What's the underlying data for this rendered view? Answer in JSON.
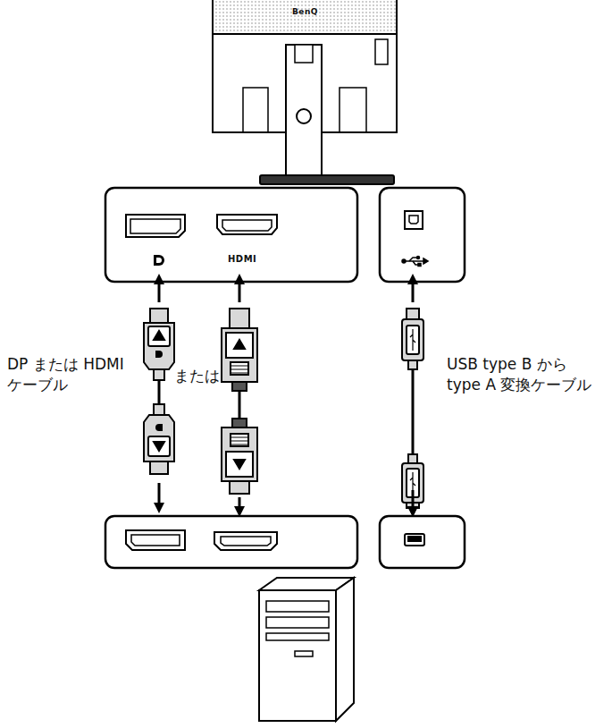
{
  "diagram": {
    "labels": [
      "BenQ",
      "HDMI",
      "DP または HDMI ケーブル",
      "または",
      "USB type B から type A 変換ケーブル"
    ]
  }
}
